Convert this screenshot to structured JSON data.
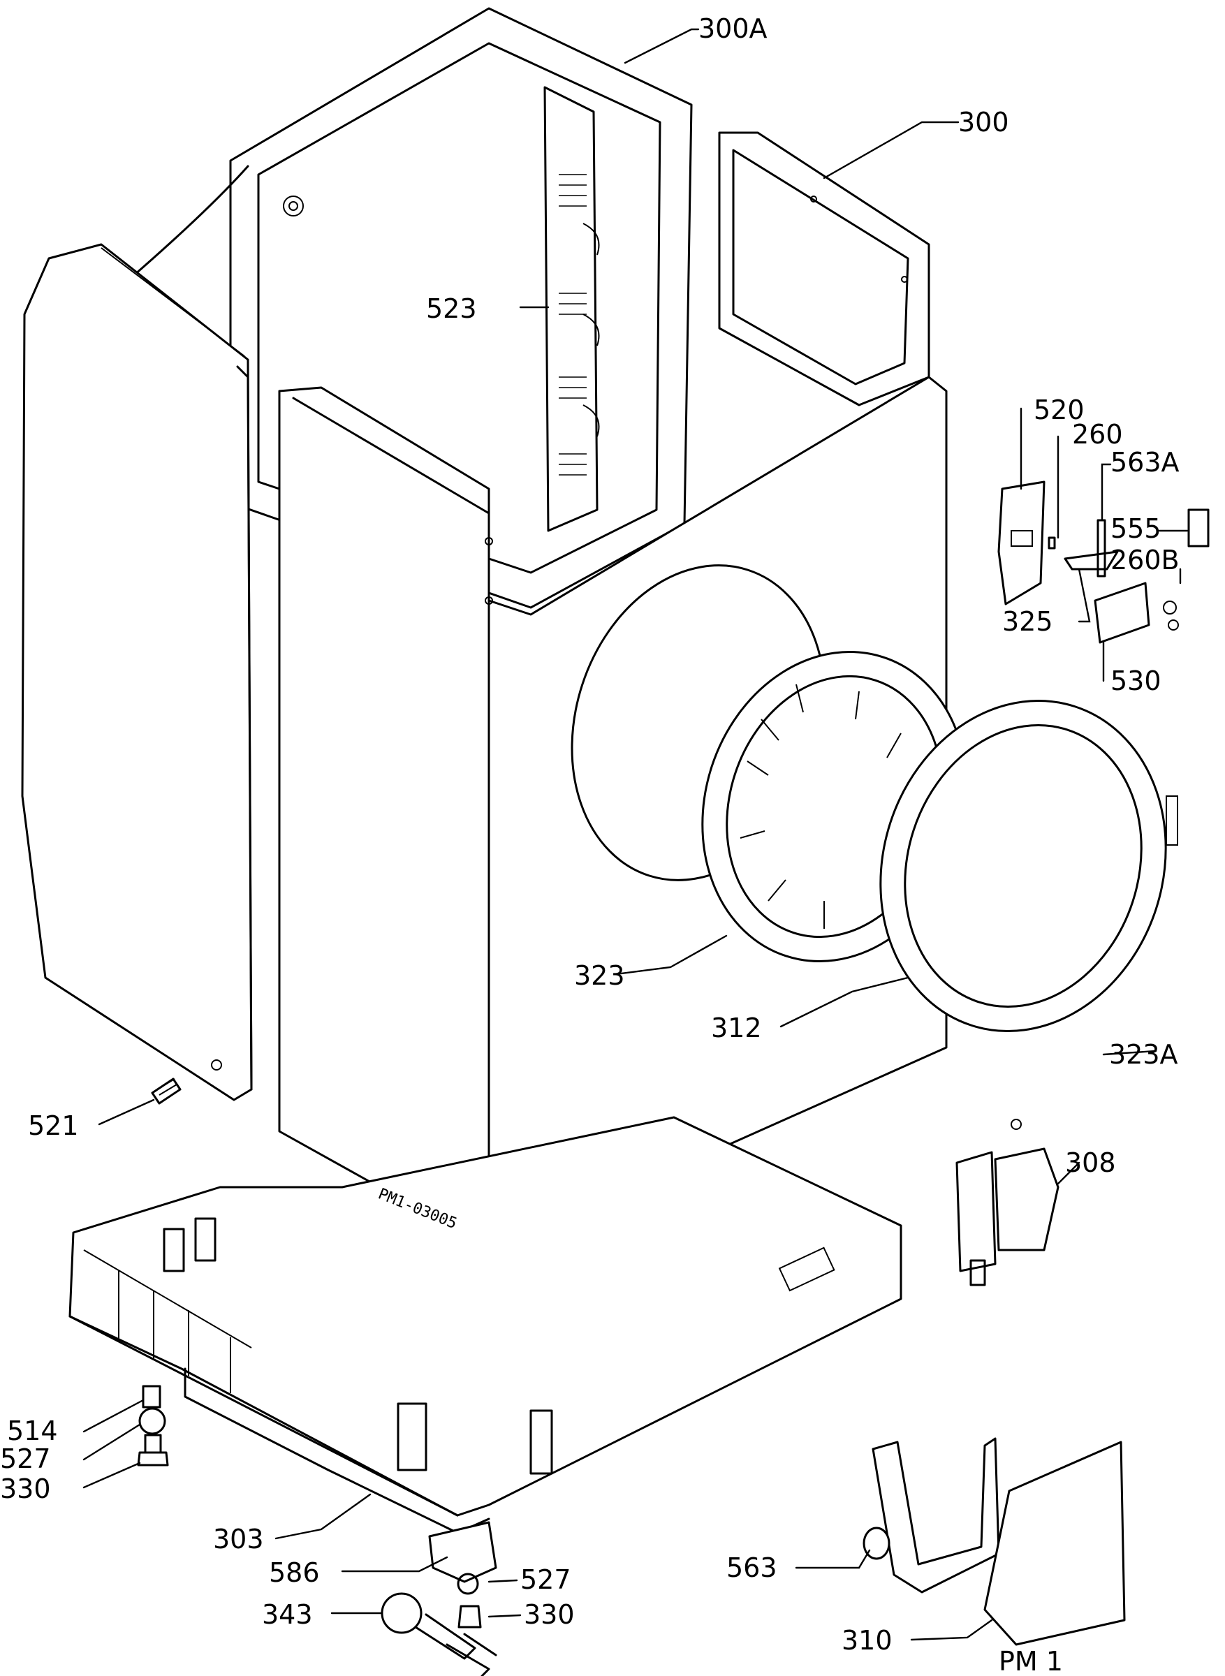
{
  "diagram": {
    "drawing_code": "PM1-03005",
    "sheet_id": "PM 1",
    "callouts": {
      "c300A": "300A",
      "c300": "300",
      "c523": "523",
      "c520": "520",
      "c260": "260",
      "c563A": "563A",
      "c555": "555",
      "c260B": "260B",
      "c325": "325",
      "c530": "530",
      "c323": "323",
      "c312": "312",
      "c323A": "323A",
      "c521": "521",
      "c308": "308",
      "c514": "514",
      "c527a": "527",
      "c330a": "330",
      "c303": "303",
      "c586": "586",
      "c527b": "527",
      "c343": "343",
      "c330b": "330",
      "c563": "563",
      "c310": "310"
    }
  }
}
